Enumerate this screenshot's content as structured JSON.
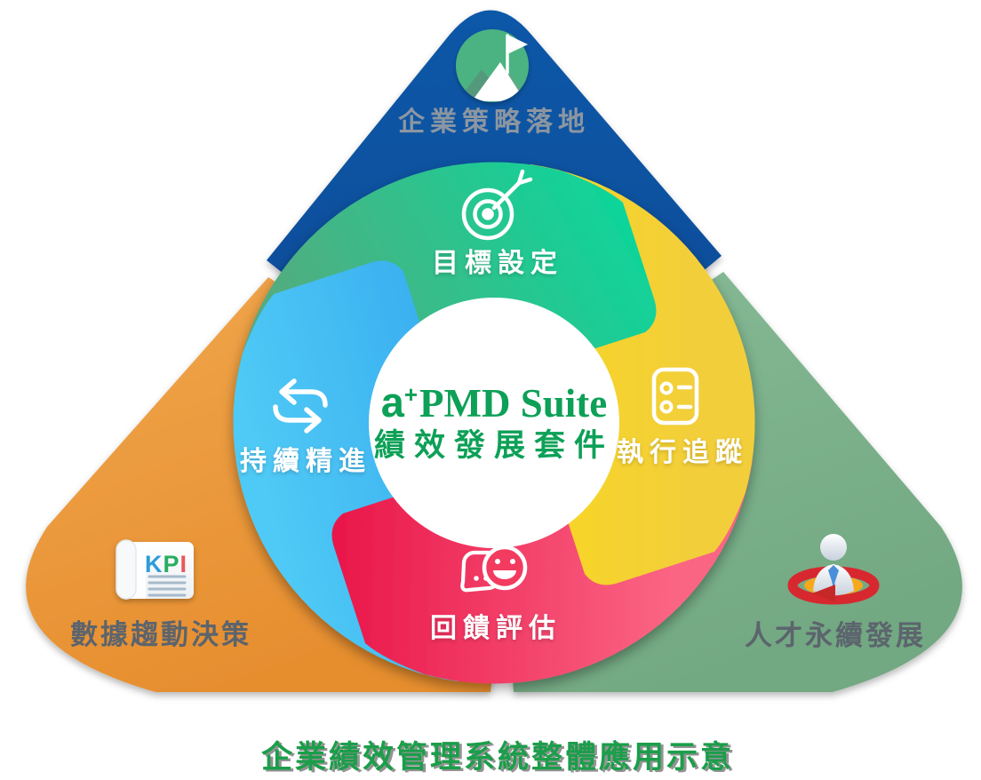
{
  "title": "企業績效管理系統整體應用示意",
  "pillars": {
    "strategy": {
      "label": "企業策略落地",
      "color": "#0E51A0",
      "icon": "mountain-flag-icon"
    },
    "data": {
      "label": "數據趨動決策",
      "color": "#EC9C40",
      "icon": "kpi-report-icon",
      "badge": {
        "k": "K",
        "p": "P",
        "i": "I"
      }
    },
    "talent": {
      "label": "人才永續發展",
      "color": "#7DB28D",
      "icon": "person-cycle-icon"
    }
  },
  "center": {
    "logo_a": "a",
    "logo_plus": "+",
    "logo_name": "PMD Suite",
    "subtitle": "績效發展套件",
    "brand_color": "#0DA057"
  },
  "cycle": {
    "goal": {
      "label": "目標設定",
      "color": "#0CD69B",
      "icon": "target-arrow-icon"
    },
    "track": {
      "label": "執行追蹤",
      "color": "#FFE205",
      "icon": "checklist-icon"
    },
    "feedback": {
      "label": "回饋評估",
      "color": "#F23B5F",
      "icon": "chat-smiley-icon"
    },
    "improve": {
      "label": "持續精進",
      "color": "#35B5F2",
      "icon": "sync-arrows-icon"
    }
  },
  "colors": {
    "title_green": "#1B9E4A",
    "strategy_label_gray": "#8C96A1",
    "corner_label_gray": "#5C646D",
    "kpi_k_blue": "#2D9CDB",
    "kpi_p_green": "#27AE60",
    "kpi_i_red": "#EB5757"
  }
}
